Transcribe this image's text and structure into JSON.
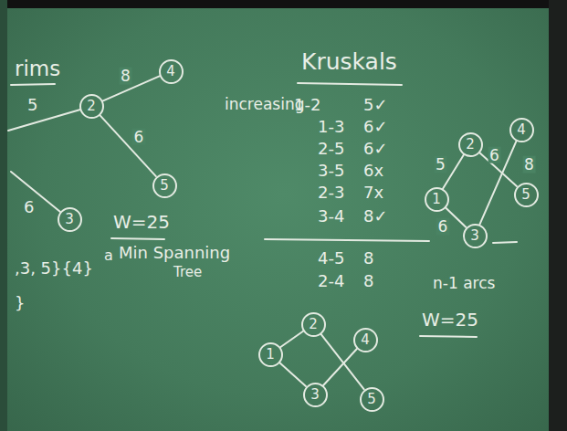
{
  "diagram": {
    "nodes": [
      {
        "text": [
          "2"
        ]
      },
      {
        "text": [
          "4"
        ]
      },
      {
        "text": [
          "5"
        ]
      },
      {
        "text": [
          "3"
        ]
      },
      {
        "text": [
          "2"
        ]
      },
      {
        "text": [
          "4"
        ]
      },
      {
        "text": [
          "1"
        ]
      },
      {
        "text": [
          "5"
        ]
      },
      {
        "text": [
          "3"
        ]
      },
      {
        "text": [
          "2"
        ]
      },
      {
        "text": [
          "4"
        ]
      },
      {
        "text": [
          "1"
        ]
      },
      {
        "text": [
          "3"
        ]
      },
      {
        "text": [
          "5"
        ]
      }
    ],
    "edges": [
      {
        "from": 0,
        "to": 1,
        "arrow": "none",
        "label": "8"
      },
      {
        "from": 0,
        "to": 2,
        "arrow": "none",
        "label": "6"
      },
      {
        "from": 6,
        "to": 4,
        "arrow": "none",
        "label": "5"
      },
      {
        "from": 6,
        "to": 8,
        "arrow": "none",
        "label": "6"
      },
      {
        "from": 4,
        "to": 7,
        "arrow": "none",
        "label": "6"
      },
      {
        "from": 8,
        "to": 5,
        "arrow": "none",
        "label": "8"
      },
      {
        "from": 11,
        "to": 9,
        "arrow": "none"
      },
      {
        "from": 11,
        "to": 12,
        "arrow": "none"
      },
      {
        "from": 9,
        "to": 13,
        "arrow": "none"
      },
      {
        "from": 12,
        "to": 10,
        "arrow": "none"
      }
    ],
    "labels": [
      "rims",
      "5",
      "6",
      "W=25",
      "a",
      "Min Spanning",
      "Tree",
      ",3, 5}{4}",
      "}",
      "Kruskals",
      "increasing",
      "1-2",
      "5✓",
      "1-3",
      "6✓",
      "2-5",
      "6✓",
      "3-5",
      "6x",
      "2-3",
      "7x",
      "3-4",
      "8✓",
      "4-5",
      "8",
      "2-4",
      "8",
      "n-1 arcs",
      "W=25"
    ]
  }
}
